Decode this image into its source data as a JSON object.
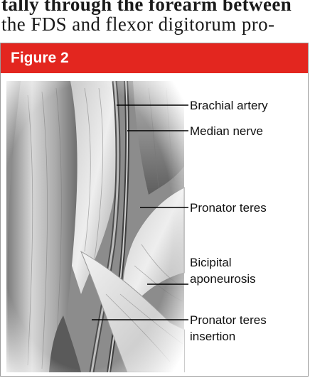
{
  "body_text": {
    "line1": "tally through the forearm between",
    "line2": "the FDS and flexor digitorum pro-"
  },
  "figure": {
    "title": "Figure 2",
    "accent_color": "#e3261f",
    "labels": {
      "brachial_artery": "Brachial artery",
      "median_nerve": "Median nerve",
      "pronator_teres": "Pronator teres",
      "bicipital_line1": "Bicipital",
      "bicipital_line2": "aponeurosis",
      "insertion_line1": "Pronator teres",
      "insertion_line2": "insertion"
    }
  }
}
